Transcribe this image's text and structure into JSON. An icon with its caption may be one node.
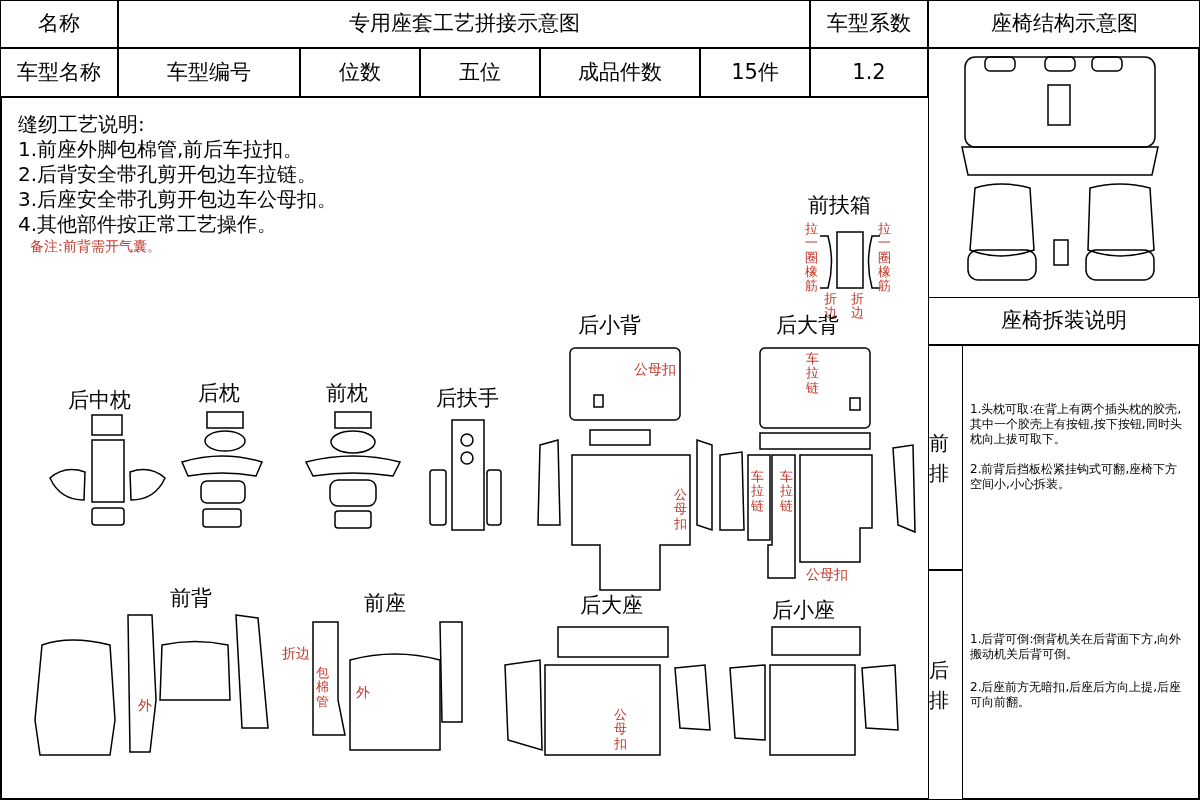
{
  "diagram": {
    "title": "专用座套工艺拼接示意图",
    "labels": [
      "名称",
      "车型系数",
      "座椅结构示意图",
      "车型名称",
      "车型编号",
      "位数",
      "五位",
      "成品件数",
      "15件",
      "1.2",
      "缝纫工艺说明:",
      "1.前座外脚包棉管,前后车拉扣。",
      "2.后背安全带孔剪开包边车拉链。",
      "3.后座安全带孔剪开包边车公母扣。",
      "4.其他部件按正常工艺操作。",
      "备注:前背需开气囊。",
      "前扶箱",
      "拉一圈橡筋",
      "拉一圈橡筋",
      "折边",
      "折边",
      "后小背",
      "后大背",
      "座椅拆装说明",
      "公母扣",
      "车拉链",
      "后中枕",
      "后枕",
      "前枕",
      "后扶手",
      "前排",
      "1.头枕可取:在背上有两个插头枕的胶壳,其中一个胶壳上有按钮,按下按钮,同时头枕向上拔可取下。",
      "2.前背后挡板松紧挂钩式可翻,座椅下方空间小,小心拆装。",
      "车拉链",
      "车拉链",
      "公母扣",
      "公母扣",
      "前背",
      "前座",
      "后大座",
      "后小座",
      "折边",
      "包棉管",
      "外",
      "外",
      "后排",
      "1.后背可倒:倒背机关在后背面下方,向外搬动机关后背可倒。",
      "2.后座前方无暗扣,后座后方向上提,后座可向前翻。",
      "公母扣"
    ]
  }
}
